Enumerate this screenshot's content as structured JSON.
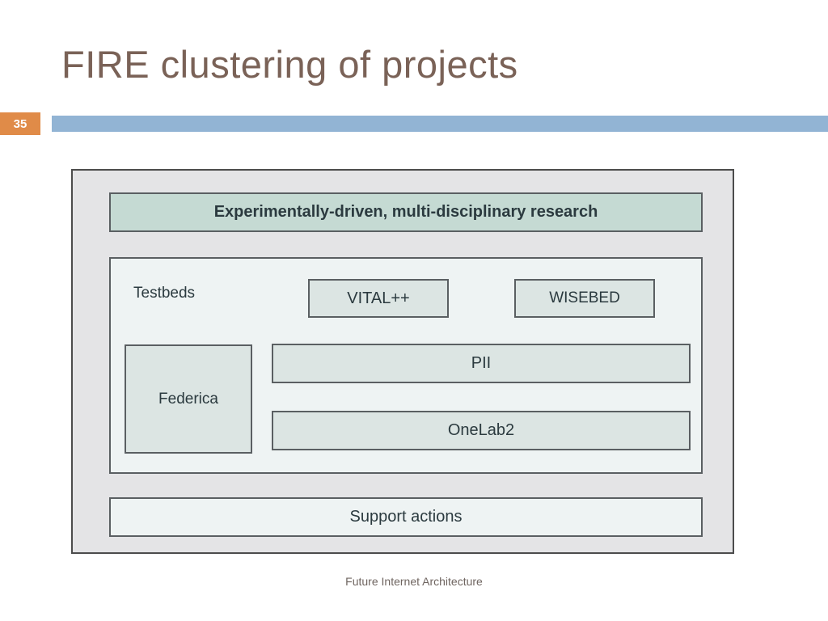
{
  "slide": {
    "title": "FIRE clustering of projects",
    "number": "35",
    "footer": "Future Internet Architecture",
    "colors": {
      "title_text": "#7a6257",
      "badge_background": "#e08b48",
      "badge_text": "#ffffff",
      "title_bar": "#92b4d4",
      "frame_background": "#e4e4e6",
      "frame_border": "#4c4c4c",
      "research_band_fill": "#c5dad3",
      "panel_fill": "#eef3f3",
      "project_box_fill": "#dce5e3",
      "box_border": "#5a5f62",
      "diagram_text": "#2b3a3f",
      "footer_text": "#6f6560"
    }
  },
  "diagram": {
    "research_band": {
      "label": "Experimentally-driven, multi-disciplinary research"
    },
    "testbeds": {
      "label": "Testbeds",
      "projects": [
        {
          "label": "VITAL++"
        },
        {
          "label": "WISEBED"
        },
        {
          "label": "Federica"
        },
        {
          "label": "PII"
        },
        {
          "label": "OneLab2"
        }
      ]
    },
    "support": {
      "label": "Support actions"
    }
  }
}
